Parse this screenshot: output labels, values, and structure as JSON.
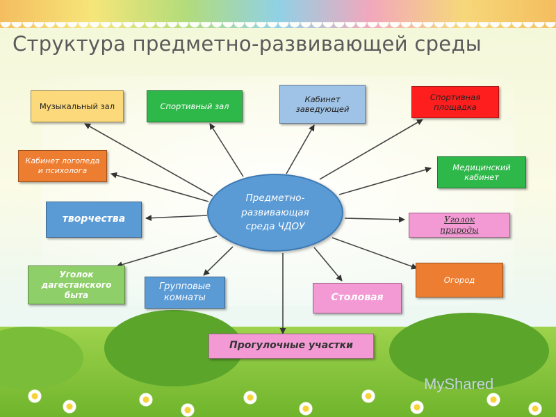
{
  "title": "Структура предметно-развивающей среды",
  "center": {
    "line1": "Предметно-",
    "line2": "развивающая",
    "line3": "среда ЧДОУ"
  },
  "nodes": {
    "music_hall": "Музыкальный зал",
    "sports_hall": "Спортивный зал",
    "head_office_1": "Кабинет",
    "head_office_2": "заведующей",
    "sports_ground_1": "Спортивная",
    "sports_ground_2": "площадка",
    "speech_office_1": "Кабинет логопеда",
    "speech_office_2": "и психолога",
    "medical_office_1": "Медицинский",
    "medical_office_2": "кабинет",
    "creativity": "творчества",
    "nature_corner_1": "Уголок",
    "nature_corner_2": "природы",
    "dagestan_corner_1": "Уголок",
    "dagestan_corner_2": "дагестанского",
    "dagestan_corner_3": "быта",
    "group_rooms_1": "Групповые",
    "group_rooms_2": "комнаты",
    "dining_room": "Столовая",
    "garden": "Огород",
    "walking_areas": "Прогулочные участки"
  },
  "colors": {
    "yellow": "#fcd97a",
    "green": "#2fb84a",
    "blue": "#9fc3e6",
    "red": "#ff1e1e",
    "orange": "#ed7d31",
    "pink": "#f39ad4",
    "light_green": "#8fcf6a",
    "center": "#5b9bd5"
  },
  "watermark": "MyShared"
}
